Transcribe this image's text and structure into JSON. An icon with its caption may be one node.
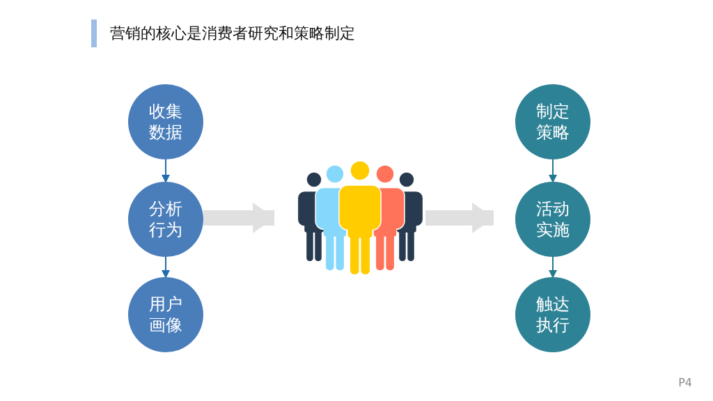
{
  "diagram": {
    "title": "营销的核心是消费者研究和策略制定",
    "nodes": [
      {
        "text": [
          "收集数据"
        ]
      },
      {
        "text": [
          "分析行为"
        ]
      },
      {
        "text": [
          "用户画像"
        ]
      },
      {
        "text": [],
        "shape": "picture"
      },
      {
        "text": [
          "制定策略"
        ]
      },
      {
        "text": [
          "活动实施"
        ]
      },
      {
        "text": [
          "触达执行"
        ]
      }
    ],
    "edges": [
      {
        "from": 0,
        "to": 1,
        "arrow": "to",
        "color": "#1f6db0"
      },
      {
        "from": 1,
        "to": 2,
        "arrow": "to",
        "color": "#1f6db0"
      },
      {
        "from": 1,
        "to": 3,
        "arrow": "to",
        "style": "thick",
        "color": "#e0e0e0"
      },
      {
        "from": 3,
        "to": 5,
        "arrow": "to",
        "style": "thick",
        "color": "#e0e0e0"
      },
      {
        "from": 4,
        "to": 5,
        "arrow": "to",
        "color": "#24798f"
      },
      {
        "from": 5,
        "to": 6,
        "arrow": "to",
        "color": "#24798f"
      }
    ],
    "labels": [
      "P4"
    ]
  }
}
